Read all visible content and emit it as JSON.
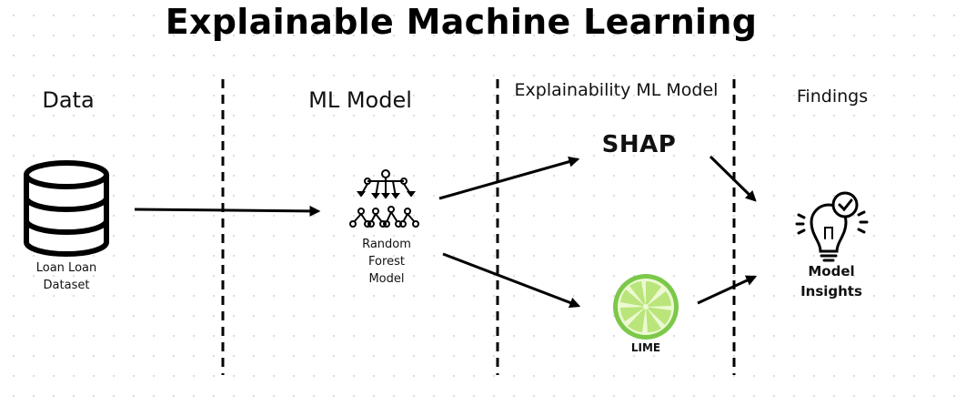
{
  "title": "Explainable Machine Learning",
  "sections": {
    "data": "Data",
    "ml_model": "ML Model",
    "explainability": "Explainability ML Model",
    "findings": "Findings"
  },
  "nodes": {
    "dataset": {
      "label": "Loan Loan\nDataset",
      "icon": "database-icon"
    },
    "model": {
      "label": "Random\nForest\nModel",
      "icon": "decision-tree-icon"
    },
    "shap": {
      "label": "SHAP"
    },
    "lime": {
      "label": "LIME",
      "icon": "lime-slice-icon"
    },
    "insights": {
      "label": "Model\nInsights",
      "icon": "lightbulb-check-icon"
    }
  },
  "colors": {
    "line": "#000000",
    "lime_rind": "#7cc84a",
    "lime_flesh": "#b9e57a",
    "lime_segment": "#ecf9d2"
  }
}
